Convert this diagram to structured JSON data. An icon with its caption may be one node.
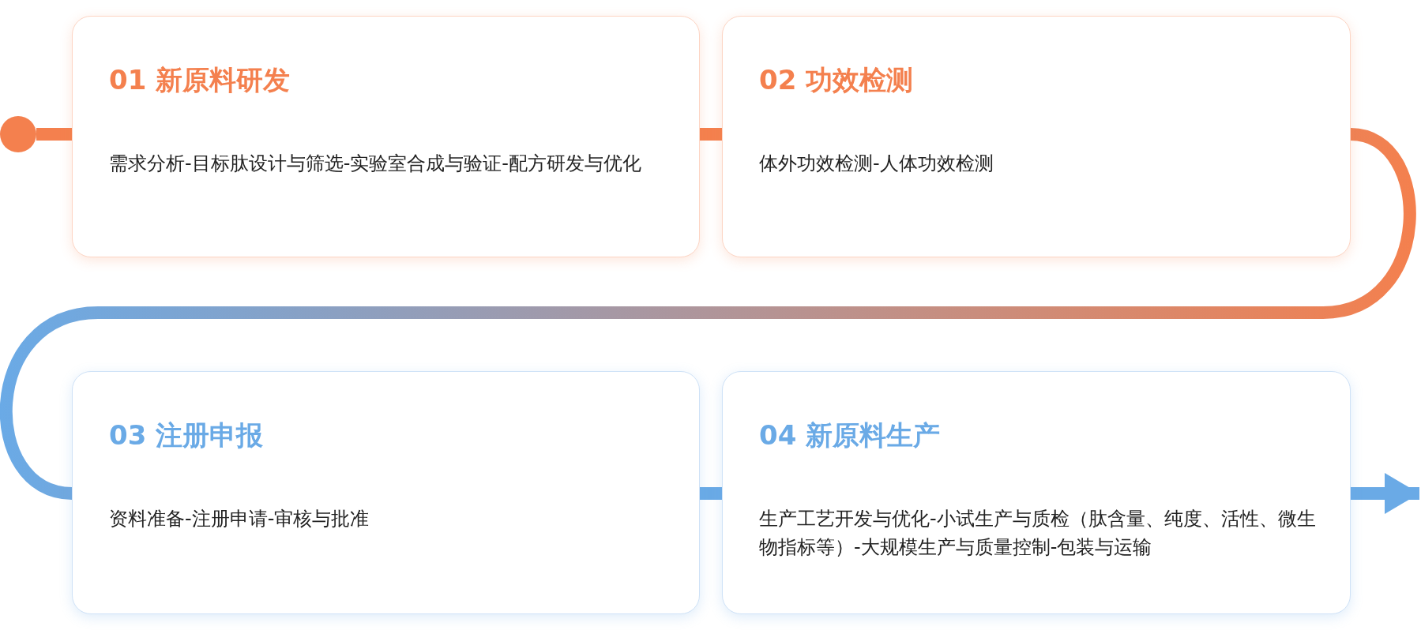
{
  "diagram": {
    "nodes": [
      {
        "text": [],
        "shape": "circle"
      },
      {
        "text": [
          "01 新原料研发",
          "需求分析-目标肽设计与筛选-实验室合成与验证-配方研发与优化"
        ]
      },
      {
        "text": [
          "02 功效检测",
          "体外功效检测-人体功效检测"
        ]
      },
      {
        "text": [
          "03 注册申报",
          "资料准备-注册申请-审核与批准"
        ]
      },
      {
        "text": [
          "04 新原料生产",
          "生产工艺开发与优化-小试生产与质检（肽含量、纯度、活性、微生物指标等）-大规模生产与质量控制-包装与运输"
        ]
      }
    ],
    "edges": [
      {
        "from": 0,
        "to": 1,
        "arrow": "none",
        "color": "#f4804e"
      },
      {
        "from": 1,
        "to": 2,
        "arrow": "none",
        "color": "#f4804e"
      },
      {
        "from": 2,
        "to": 3,
        "arrow": "none"
      },
      {
        "from": 3,
        "to": 4,
        "arrow": "none",
        "color": "#6aaae6"
      },
      {
        "from": 4,
        "to": null,
        "arrow": "to",
        "color": "#6aaae6"
      }
    ]
  }
}
